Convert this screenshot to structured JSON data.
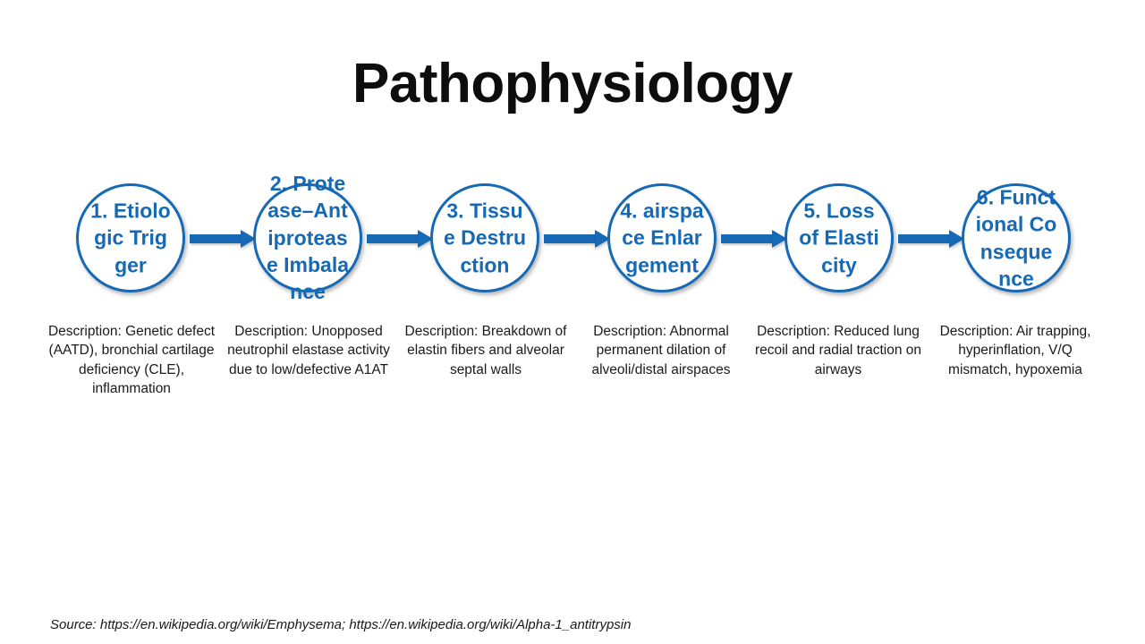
{
  "slide": {
    "title": "Pathophysiology",
    "background_color": "#ffffff",
    "accent_color": "#1569B5",
    "text_color": "#1a1a1a"
  },
  "flow": {
    "arrow_label": "arrow-right",
    "nodes": [
      {
        "index": "1",
        "label": "1. Etiologic Trigger",
        "description": "Description: Genetic defect (AATD), bronchial cartilage deficiency (CLE), inflammation"
      },
      {
        "index": "2",
        "label": "2. Protease–Antiprotease Imbalance",
        "description": "Description: Unopposed neutrophil elastase activity due to low/defective A1AT"
      },
      {
        "index": "3",
        "label": "3. Tissue Destruction",
        "description": "Description: Breakdown of elastin fibers and alveolar septal walls"
      },
      {
        "index": "4",
        "label": "4. airspace Enlargement",
        "description": "Description: Abnormal permanent dilation of alveoli/distal airspaces"
      },
      {
        "index": "5",
        "label": "5. Loss of Elasticity",
        "description": "Description: Reduced lung recoil and radial traction on airways"
      },
      {
        "index": "6",
        "label": "6. Functional Consequence",
        "description": "Description: Air trapping, hyperinflation, V/Q mismatch, hypoxemia"
      }
    ]
  },
  "footer": {
    "source": "Source: https://en.wikipedia.org/wiki/Emphysema; https://en.wikipedia.org/wiki/Alpha-1_antitrypsin"
  }
}
